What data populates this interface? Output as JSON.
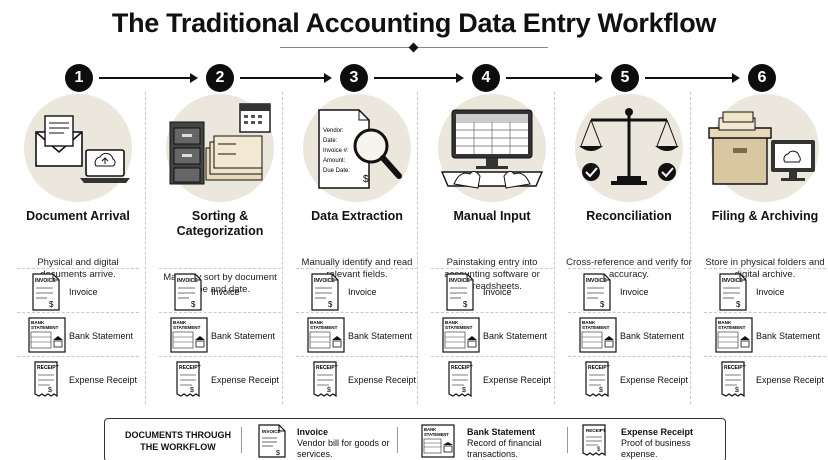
{
  "title": "The Traditional Accounting Data Entry Workflow",
  "steps": [
    {
      "number": "1",
      "title": "Document Arrival",
      "description": "Physical and digital documents arrive.",
      "icon": "mail-laptop-icon"
    },
    {
      "number": "2",
      "title": "Sorting & Categorization",
      "description": "Manually sort by document type and date.",
      "icon": "filing-cabinet-icon"
    },
    {
      "number": "3",
      "title": "Data Extraction",
      "description": "Manually identify and read relevant fields.",
      "icon": "magnifier-document-icon"
    },
    {
      "number": "4",
      "title": "Manual Input",
      "description": "Painstaking entry into accounting software or spreadsheets.",
      "icon": "computer-keyboard-icon"
    },
    {
      "number": "5",
      "title": "Reconciliation",
      "description": "Cross-reference and verify for accuracy.",
      "icon": "balance-scale-icon"
    },
    {
      "number": "6",
      "title": "Filing & Archiving",
      "description": "Store in physical folders and digital archive.",
      "icon": "archive-box-icon"
    }
  ],
  "extraction_fields": [
    "Vendor:",
    "Date:",
    "Invoice #:",
    "Amount:",
    "Due Date:"
  ],
  "documents": [
    {
      "name": "Invoice",
      "icon_text": "INVOICE",
      "icon": "invoice-icon"
    },
    {
      "name": "Bank Statement",
      "icon_text": "BANK STATEMENT",
      "icon": "bank-statement-icon"
    },
    {
      "name": "Expense Receipt",
      "icon_text": "RECEIPT",
      "icon": "receipt-icon"
    }
  ],
  "legend": {
    "title": "DOCUMENTS THROUGH THE WORKFLOW",
    "items": [
      {
        "name": "Invoice",
        "description": "Vendor bill for goods or services."
      },
      {
        "name": "Bank Statement",
        "description": "Record of financial transactions."
      },
      {
        "name": "Expense Receipt",
        "description": "Proof of business expense."
      }
    ]
  },
  "colors": {
    "circle_bg": "#ece7dd",
    "step_badge": "#0d0d0d",
    "folder": "#e8d9b8"
  }
}
